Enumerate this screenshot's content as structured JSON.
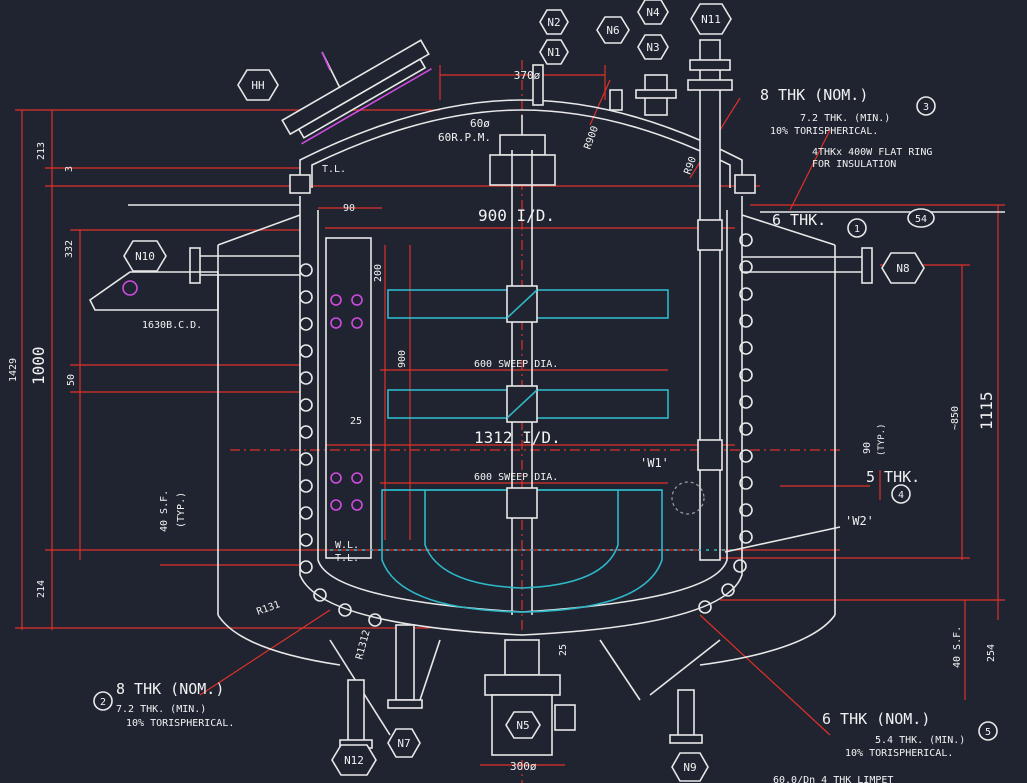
{
  "nozzles": {
    "n2": "N2",
    "n1": "N1",
    "n4": "N4",
    "n6": "N6",
    "n3": "N3",
    "n11": "N11",
    "hh": "HH",
    "n10": "N10",
    "n8": "N8",
    "n5": "N5",
    "n7": "N7",
    "n12": "N12",
    "n9": "N9"
  },
  "callouts": {
    "c1": "1",
    "c2": "2",
    "c3": "3",
    "c4": "4",
    "c5": "5",
    "c54": "54"
  },
  "labels": {
    "top_370": "370ø",
    "shaft_60": "60ø",
    "rpm": "60R.P.M.",
    "r900": "R900",
    "r90": "R90",
    "tl_top": "T.L.",
    "id_900": "900 I/D.",
    "sweep_1": "600 SWEEP DIA.",
    "id_1312": "1312 I/D.",
    "sweep_2": "600 SWEEP DIA.",
    "wl": "W.L.",
    "tl_bottom": "T.L.",
    "w1": "'W1'",
    "w2": "'W2'",
    "bcd": "1630B.C.D.",
    "r131": "R131",
    "r1312": "R1312",
    "dim_300": "300ø",
    "dim_bottom_partial": "60.0/Dn 4 THK LIMPET"
  },
  "notes": {
    "top_right_main": "8 THK (NOM.)",
    "top_right_min": "7.2 THK. (MIN.)",
    "top_right_tori": "10% TORISPHERICAL.",
    "ring_1": "4THKx 400W FLAT RING",
    "ring_2": "FOR INSULATION",
    "shell_thk": "6 THK.",
    "jacket_thk": "5 THK.",
    "bottom_left_main": "8 THK (NOM.)",
    "bottom_left_min": "7.2 THK. (MIN.)",
    "bottom_left_tori": "10% TORISPHERICAL.",
    "bottom_right_main": "6 THK (NOM.)",
    "bottom_right_min": "5.4 THK. (MIN.)",
    "bottom_right_tori": "10% TORISPHERICAL."
  },
  "dims": {
    "d213": "213",
    "d3": "3",
    "d332": "332",
    "d1429": "1429",
    "d1000": "1000",
    "d50": "50",
    "d40sf": "40 S.F.",
    "typ": "(TYP.)",
    "d214": "214",
    "d90_top": "90",
    "d200": "200",
    "d900": "900",
    "d25_mid": "25",
    "d25_bottom": "25",
    "d1115": "1115",
    "d850": "~850",
    "d90_right": "90",
    "typ_right": "(TYP.)",
    "d40sf_right": "40 S.F.",
    "d254": "254"
  },
  "colors": {
    "background": "#1f2430",
    "vessel_lines": "#e8e8e8",
    "dimension_lines": "#e0302a",
    "agitator": "#2fb8c8",
    "bolt_holes": "#d04be0"
  }
}
